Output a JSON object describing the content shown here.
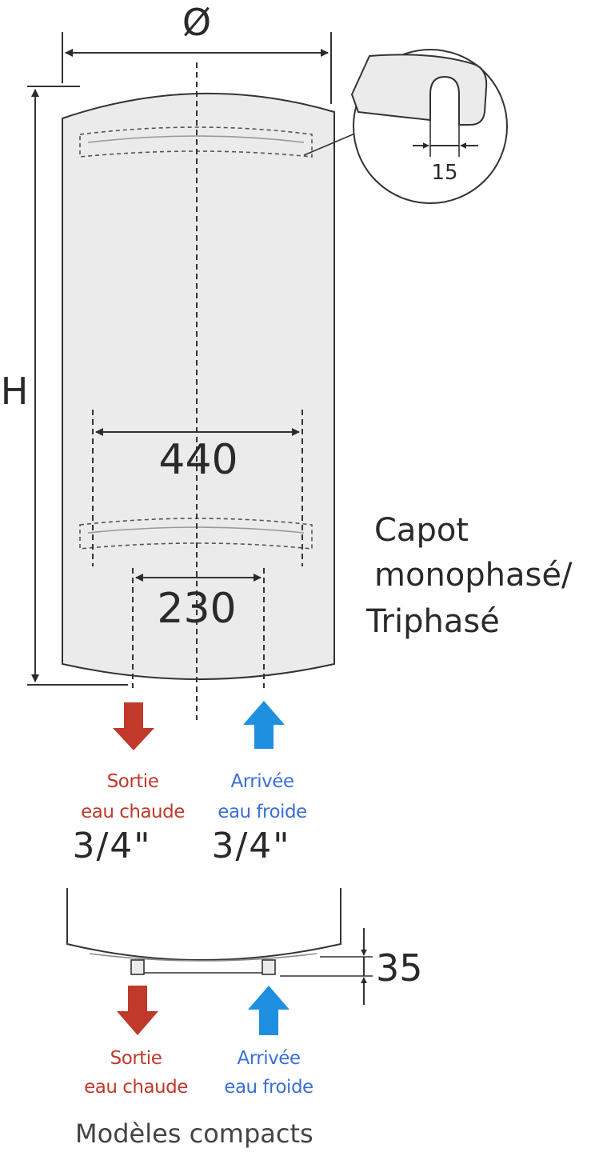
{
  "dimensions": {
    "diameter_symbol": "Ø",
    "height_symbol": "H",
    "width_440": "440",
    "width_230": "230",
    "slot_15": "15",
    "base_35": "35"
  },
  "cover_label": {
    "line1": "Capot",
    "line2": "monophasé/",
    "line3": "Triphasé"
  },
  "outlets": {
    "hot_line1": "Sortie",
    "hot_line2": "eau chaude",
    "cold_line1": "Arrivée",
    "cold_line2": "eau froide",
    "hot_thread": "3/4\"",
    "cold_thread": "3/4\""
  },
  "compact": {
    "hot_line1": "Sortie",
    "hot_line2": "eau chaude",
    "cold_line1": "Arrivée",
    "cold_line2": "eau froide",
    "caption": "Modèles compacts"
  },
  "colors": {
    "tank_fill": "#ebebeb",
    "outline": "#333333",
    "hot_arrow": "#c0392b",
    "cold_arrow": "#1f8fe0"
  }
}
